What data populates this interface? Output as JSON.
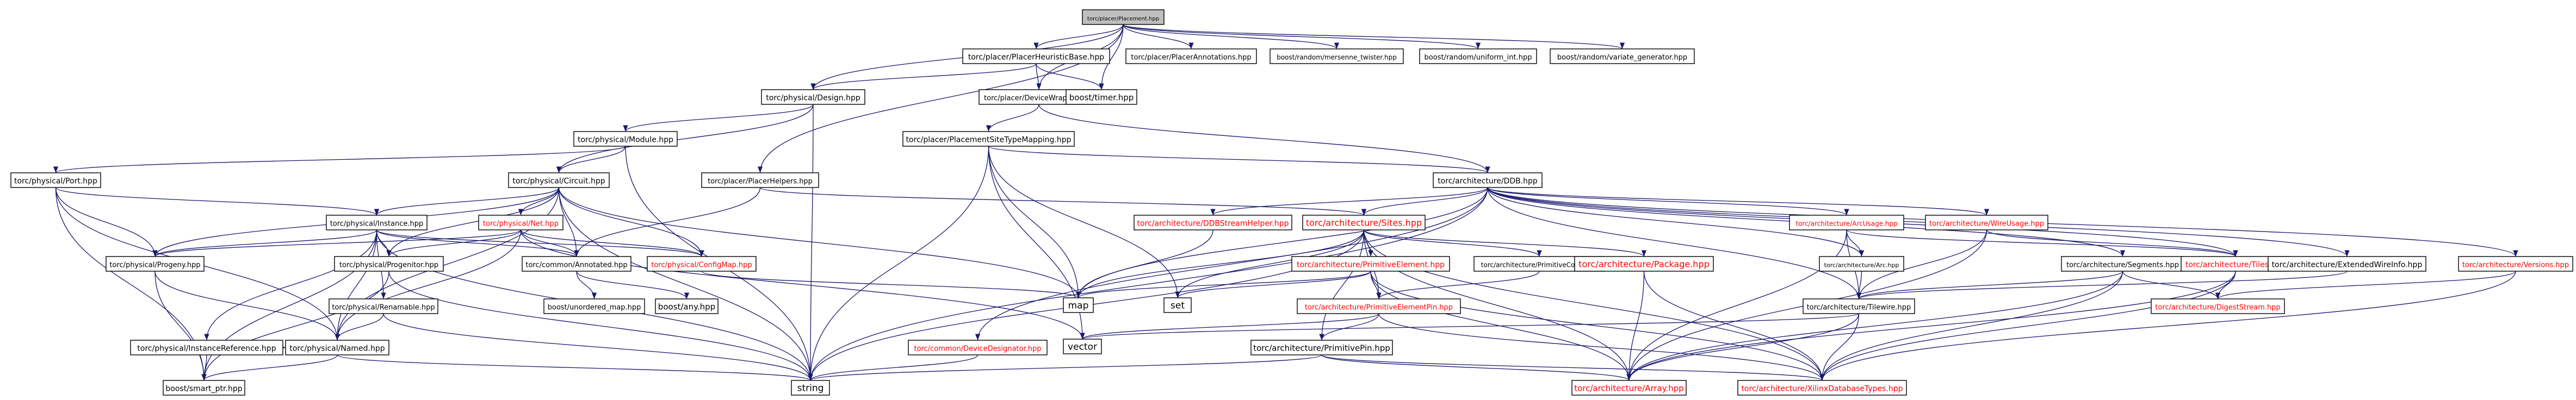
{
  "title": "torc/placer/Placement.hpp",
  "colors": {
    "edge": "#191970",
    "root_fill": "#bfbfbf",
    "node_border": "#000000",
    "external_border": "#bfbfbf",
    "missing_link_text": "#ff0000"
  },
  "nodes": [
    {
      "id": "root",
      "label": "torc/placer/Placement.hpp",
      "kind": "root"
    },
    {
      "id": "heur",
      "label": "torc/placer/PlacerHeuristicBase.hpp",
      "kind": "normal"
    },
    {
      "id": "annot",
      "label": "torc/placer/PlacerAnnotations.hpp",
      "kind": "normal"
    },
    {
      "id": "mt",
      "label": "boost/random/mersenne_twister.hpp",
      "kind": "external"
    },
    {
      "id": "uni",
      "label": "boost/random/uniform_int.hpp",
      "kind": "external"
    },
    {
      "id": "vargen",
      "label": "boost/random/variate_generator.hpp",
      "kind": "external"
    },
    {
      "id": "design",
      "label": "torc/physical/Design.hpp",
      "kind": "normal"
    },
    {
      "id": "devwrap",
      "label": "torc/placer/DeviceWrapper.hpp",
      "kind": "normal"
    },
    {
      "id": "timer",
      "label": "boost/timer.hpp",
      "kind": "external"
    },
    {
      "id": "module",
      "label": "torc/physical/Module.hpp",
      "kind": "normal"
    },
    {
      "id": "pstm",
      "label": "torc/placer/PlacementSiteTypeMapping.hpp",
      "kind": "normal"
    },
    {
      "id": "port",
      "label": "torc/physical/Port.hpp",
      "kind": "normal"
    },
    {
      "id": "circuit",
      "label": "torc/physical/Circuit.hpp",
      "kind": "normal"
    },
    {
      "id": "phelp",
      "label": "torc/placer/PlacerHelpers.hpp",
      "kind": "normal"
    },
    {
      "id": "ddb",
      "label": "torc/architecture/DDB.hpp",
      "kind": "normal"
    },
    {
      "id": "ddbsh",
      "label": "torc/architecture/DDBStreamHelper.hpp",
      "kind": "red"
    },
    {
      "id": "sites",
      "label": "torc/architecture/Sites.hpp",
      "kind": "red"
    },
    {
      "id": "arcusage",
      "label": "torc/architecture/ArcUsage.hpp",
      "kind": "red"
    },
    {
      "id": "wireusage",
      "label": "torc/architecture/WireUsage.hpp",
      "kind": "red"
    },
    {
      "id": "instance",
      "label": "torc/physical/Instance.hpp",
      "kind": "normal"
    },
    {
      "id": "net",
      "label": "torc/physical/Net.hpp",
      "kind": "red"
    },
    {
      "id": "progeny",
      "label": "torc/physical/Progeny.hpp",
      "kind": "normal"
    },
    {
      "id": "progenitor",
      "label": "torc/physical/Progenitor.hpp",
      "kind": "normal"
    },
    {
      "id": "annotated",
      "label": "torc/common/Annotated.hpp",
      "kind": "normal"
    },
    {
      "id": "configmap",
      "label": "torc/physical/ConfigMap.hpp",
      "kind": "red"
    },
    {
      "id": "primelem",
      "label": "torc/architecture/PrimitiveElement.hpp",
      "kind": "red"
    },
    {
      "id": "primconn",
      "label": "torc/architecture/PrimitiveConn.hpp",
      "kind": "normal"
    },
    {
      "id": "package",
      "label": "torc/architecture/Package.hpp",
      "kind": "red"
    },
    {
      "id": "arc",
      "label": "torc/architecture/Arc.hpp",
      "kind": "normal"
    },
    {
      "id": "segments",
      "label": "torc/architecture/Segments.hpp",
      "kind": "normal"
    },
    {
      "id": "tiles",
      "label": "torc/architecture/Tiles.hpp",
      "kind": "red"
    },
    {
      "id": "extwire",
      "label": "torc/architecture/ExtendedWireInfo.hpp",
      "kind": "normal"
    },
    {
      "id": "versions",
      "label": "torc/architecture/Versions.hpp",
      "kind": "red"
    },
    {
      "id": "renamable",
      "label": "torc/physical/Renamable.hpp",
      "kind": "normal"
    },
    {
      "id": "unordered",
      "label": "boost/unordered_map.hpp",
      "kind": "external"
    },
    {
      "id": "any",
      "label": "boost/any.hpp",
      "kind": "external"
    },
    {
      "id": "map",
      "label": "map",
      "kind": "external"
    },
    {
      "id": "set",
      "label": "set",
      "kind": "external"
    },
    {
      "id": "primelempin",
      "label": "torc/architecture/PrimitiveElementPin.hpp",
      "kind": "red"
    },
    {
      "id": "tilewire",
      "label": "torc/architecture/Tilewire.hpp",
      "kind": "normal"
    },
    {
      "id": "digest",
      "label": "torc/architecture/DigestStream.hpp",
      "kind": "red"
    },
    {
      "id": "instref",
      "label": "torc/physical/InstanceReference.hpp",
      "kind": "normal"
    },
    {
      "id": "named",
      "label": "torc/physical/Named.hpp",
      "kind": "normal"
    },
    {
      "id": "devdes",
      "label": "torc/common/DeviceDesignator.hpp",
      "kind": "red"
    },
    {
      "id": "vector",
      "label": "vector",
      "kind": "external"
    },
    {
      "id": "primpin",
      "label": "torc/architecture/PrimitivePin.hpp",
      "kind": "normal"
    },
    {
      "id": "smartptr",
      "label": "boost/smart_ptr.hpp",
      "kind": "external"
    },
    {
      "id": "string",
      "label": "string",
      "kind": "external"
    },
    {
      "id": "array",
      "label": "torc/architecture/Array.hpp",
      "kind": "red"
    },
    {
      "id": "xdb",
      "label": "torc/architecture/XilinxDatabaseTypes.hpp",
      "kind": "red"
    }
  ],
  "edges": [
    [
      "root",
      "heur"
    ],
    [
      "root",
      "annot"
    ],
    [
      "root",
      "mt"
    ],
    [
      "root",
      "uni"
    ],
    [
      "root",
      "vargen"
    ],
    [
      "root",
      "design"
    ],
    [
      "root",
      "devwrap"
    ],
    [
      "root",
      "timer"
    ],
    [
      "root",
      "phelp"
    ],
    [
      "heur",
      "design"
    ],
    [
      "heur",
      "devwrap"
    ],
    [
      "heur",
      "timer"
    ],
    [
      "design",
      "module"
    ],
    [
      "design",
      "circuit"
    ],
    [
      "design",
      "string"
    ],
    [
      "devwrap",
      "pstm"
    ],
    [
      "devwrap",
      "ddb"
    ],
    [
      "module",
      "port"
    ],
    [
      "module",
      "circuit"
    ],
    [
      "module",
      "string"
    ],
    [
      "pstm",
      "ddb"
    ],
    [
      "pstm",
      "map"
    ],
    [
      "pstm",
      "set"
    ],
    [
      "pstm",
      "string"
    ],
    [
      "pstm",
      "vector"
    ],
    [
      "port",
      "instance"
    ],
    [
      "port",
      "progeny"
    ],
    [
      "port",
      "named"
    ],
    [
      "port",
      "smartptr"
    ],
    [
      "circuit",
      "instance"
    ],
    [
      "circuit",
      "net"
    ],
    [
      "circuit",
      "progeny"
    ],
    [
      "circuit",
      "progenitor"
    ],
    [
      "circuit",
      "annotated"
    ],
    [
      "circuit",
      "configmap"
    ],
    [
      "circuit",
      "map"
    ],
    [
      "circuit",
      "string"
    ],
    [
      "circuit",
      "named"
    ],
    [
      "phelp",
      "sites"
    ],
    [
      "phelp",
      "annotated"
    ],
    [
      "ddb",
      "ddbsh"
    ],
    [
      "ddb",
      "sites"
    ],
    [
      "ddb",
      "arcusage"
    ],
    [
      "ddb",
      "wireusage"
    ],
    [
      "ddb",
      "arc"
    ],
    [
      "ddb",
      "segments"
    ],
    [
      "ddb",
      "tiles"
    ],
    [
      "ddb",
      "extwire"
    ],
    [
      "ddb",
      "versions"
    ],
    [
      "ddb",
      "tilewire"
    ],
    [
      "ddb",
      "devdes"
    ],
    [
      "ddb",
      "map"
    ],
    [
      "ddb",
      "string"
    ],
    [
      "ddbsh",
      "map"
    ],
    [
      "sites",
      "primelem"
    ],
    [
      "sites",
      "primconn"
    ],
    [
      "sites",
      "package"
    ],
    [
      "sites",
      "primelempin"
    ],
    [
      "sites",
      "primpin"
    ],
    [
      "sites",
      "map"
    ],
    [
      "sites",
      "set"
    ],
    [
      "sites",
      "array"
    ],
    [
      "sites",
      "xdb"
    ],
    [
      "sites",
      "string"
    ],
    [
      "arcusage",
      "arc"
    ],
    [
      "arcusage",
      "tiles"
    ],
    [
      "arcusage",
      "tilewire"
    ],
    [
      "arcusage",
      "array"
    ],
    [
      "wireusage",
      "tiles"
    ],
    [
      "wireusage",
      "tilewire"
    ],
    [
      "wireusage",
      "array"
    ],
    [
      "instance",
      "progeny"
    ],
    [
      "instance",
      "progenitor"
    ],
    [
      "instance",
      "annotated"
    ],
    [
      "instance",
      "configmap"
    ],
    [
      "instance",
      "renamable"
    ],
    [
      "instance",
      "instref"
    ],
    [
      "instance",
      "named"
    ],
    [
      "instance",
      "smartptr"
    ],
    [
      "instance",
      "string"
    ],
    [
      "net",
      "progeny"
    ],
    [
      "net",
      "progenitor"
    ],
    [
      "net",
      "annotated"
    ],
    [
      "net",
      "configmap"
    ],
    [
      "net",
      "named"
    ],
    [
      "net",
      "vector"
    ],
    [
      "progeny",
      "named"
    ],
    [
      "progeny",
      "smartptr"
    ],
    [
      "progenitor",
      "smartptr"
    ],
    [
      "progenitor",
      "string"
    ],
    [
      "annotated",
      "unordered"
    ],
    [
      "annotated",
      "any"
    ],
    [
      "configmap",
      "map"
    ],
    [
      "primelem",
      "primelempin"
    ],
    [
      "primelem",
      "map"
    ],
    [
      "primelem",
      "set"
    ],
    [
      "primelem",
      "array"
    ],
    [
      "primelem",
      "xdb"
    ],
    [
      "primconn",
      "primelempin"
    ],
    [
      "package",
      "array"
    ],
    [
      "package",
      "xdb"
    ],
    [
      "arc",
      "tilewire"
    ],
    [
      "segments",
      "tilewire"
    ],
    [
      "segments",
      "digest"
    ],
    [
      "segments",
      "array"
    ],
    [
      "segments",
      "xdb"
    ],
    [
      "tiles",
      "digest"
    ],
    [
      "tiles",
      "array"
    ],
    [
      "tiles",
      "xdb"
    ],
    [
      "extwire",
      "tilewire"
    ],
    [
      "versions",
      "digest"
    ],
    [
      "versions",
      "xdb"
    ],
    [
      "renamable",
      "named"
    ],
    [
      "renamable",
      "string"
    ],
    [
      "primelempin",
      "primpin"
    ],
    [
      "primelempin",
      "xdb"
    ],
    [
      "primelempin",
      "vector"
    ],
    [
      "tilewire",
      "xdb"
    ],
    [
      "tilewire",
      "vector"
    ],
    [
      "tilewire",
      "array"
    ],
    [
      "instref",
      "named"
    ],
    [
      "instref",
      "smartptr"
    ],
    [
      "named",
      "string"
    ],
    [
      "named",
      "smartptr"
    ],
    [
      "devdes",
      "string"
    ],
    [
      "primpin",
      "array"
    ],
    [
      "primpin",
      "xdb"
    ],
    [
      "primpin",
      "string"
    ]
  ]
}
